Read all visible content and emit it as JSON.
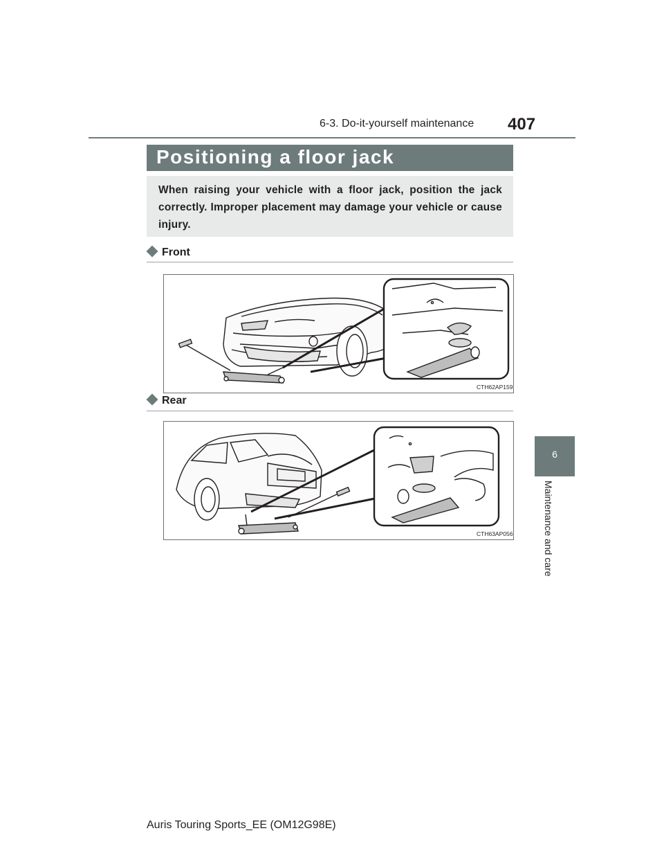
{
  "header": {
    "section_ref": "6-3. Do-it-yourself maintenance",
    "page_number": "407"
  },
  "title": "Positioning a floor jack",
  "intro": "When raising your vehicle with a floor jack, position the jack correctly. Improper placement may damage your vehicle or cause injury.",
  "sections": [
    {
      "heading": "Front",
      "figure_code": "CTH62AP159"
    },
    {
      "heading": "Rear",
      "figure_code": "CTH63AP056"
    }
  ],
  "side_tab": {
    "number": "6",
    "label": "Maintenance and care"
  },
  "footer": "Auris Touring Sports_EE (OM12G98E)",
  "colors": {
    "accent_gray": "#6d7b7b",
    "intro_background": "#e8eaea"
  }
}
